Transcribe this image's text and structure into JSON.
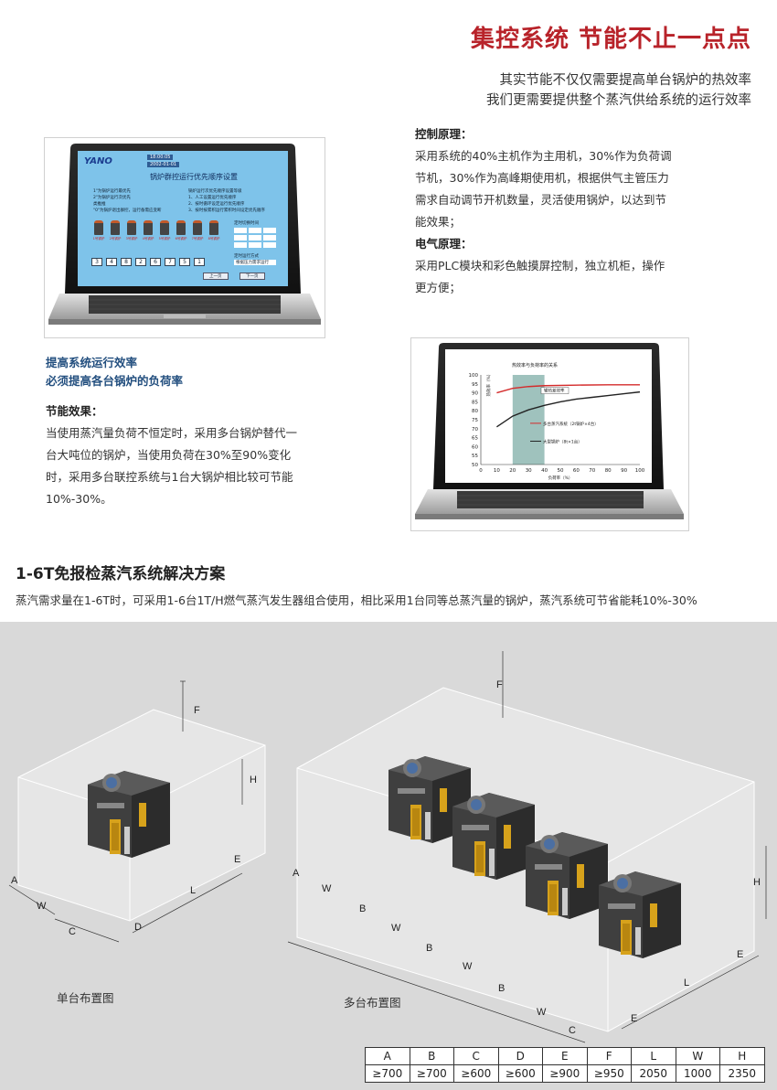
{
  "header": {
    "title": "集控系统 节能不止一点点",
    "subtitle_1": "其实节能不仅仅需要提高单台锅炉的热效率",
    "subtitle_2": "我们更需要提供整个蒸汽供给系统的运行效率"
  },
  "control": {
    "principle_title": "控制原理：",
    "principle_lines": [
      "采用系统的40%主机作为主用机，30%作为负荷调",
      "节机，30%作为高峰期使用机，根据供气主管压力",
      "需求自动调节开机数量，灵活使用锅炉，以达到节",
      "能效果；"
    ],
    "electrical_title": "电气原理：",
    "electrical_lines": [
      "采用PLC模块和彩色触摸屏控制，独立机柜，操作",
      "更方便；"
    ]
  },
  "screen1": {
    "brand": "YANO",
    "date": "2002-01-01",
    "time": "18:00:05",
    "title": "锅炉群控运行优先顺序设置",
    "notes_left": [
      "1\"为锅炉运行最优先",
      "2\"为锅炉运行次优先",
      "类推推",
      "\"0\"为锅炉退出群控，运行备需应变断"
    ],
    "notes_right": [
      "锅炉运行次优先顺序设置等级",
      "1、人工设置运行优先顺序",
      "2、按时循环设定运行优先顺序",
      "3、按时按累积运行累积时间设定优先顺序"
    ],
    "sequence": [
      "3",
      "4",
      "8",
      "2",
      "6",
      "7",
      "5",
      "1"
    ],
    "boiler_labels": [
      "1号锅炉",
      "2号锅炉",
      "3号锅炉",
      "4号锅炉",
      "5号锅炉",
      "6号锅炉",
      "7号锅炉",
      "8号锅炉"
    ],
    "panel_title": "定时切换时间",
    "mode_title": "定时运行方式",
    "mode_value": "根据压力需求运行",
    "btn_prev": "上一页",
    "btn_next": "下一页"
  },
  "blue_lines": [
    "提高系统运行效率",
    "必须提高各台锅炉的负荷率"
  ],
  "saving": {
    "title": "节能效果：",
    "lines": [
      "当使用蒸汽量负荷不恒定时，采用多台锅炉替代一",
      "台大吨位的锅炉，当使用负荷在30%至90%变化",
      "时，采用多台联控系统与1台大锅炉相比较可节能",
      "10%-30%。"
    ]
  },
  "chart_data": {
    "type": "line",
    "title": "热效率与负荷率的关系",
    "xlabel": "负荷率（%）",
    "ylabel": "热效率（%）",
    "x": [
      0,
      10,
      20,
      30,
      40,
      50,
      60,
      70,
      80,
      90,
      100
    ],
    "xlim": [
      0,
      100
    ],
    "ylim": [
      50,
      100
    ],
    "yticks": [
      "100",
      "95",
      "90",
      "85",
      "80",
      "75",
      "70",
      "65",
      "60",
      "55",
      "50"
    ],
    "xticks": [
      "0",
      "10",
      "20",
      "30",
      "40",
      "50",
      "60",
      "70",
      "80",
      "90",
      "100"
    ],
    "highlight_range": [
      20,
      40
    ],
    "series": [
      {
        "name": "多台蒸汽系统（2t锅炉×4台）",
        "color": "#d42b2b",
        "x": [
          10,
          20,
          30,
          40,
          60,
          80,
          100
        ],
        "y": [
          90,
          92.5,
          93.5,
          94,
          94.3,
          94.5,
          94.5
        ]
      },
      {
        "name": "大型锅炉（8t×1台）",
        "color": "#222222",
        "x": [
          10,
          20,
          30,
          40,
          50,
          60,
          70,
          80,
          90,
          100
        ],
        "y": [
          71,
          77,
          80.5,
          83,
          85,
          86.5,
          87.5,
          88.5,
          89.5,
          90.5
        ]
      }
    ],
    "annotation": "输热差效率"
  },
  "section": {
    "title": "1-6T免报检蒸汽系统解决方案",
    "desc": "蒸汽需求量在1-6T时，可采用1-6台1T/H燃气蒸汽发生器组合使用，相比采用1台同等总蒸汽量的锅炉，蒸汽系统可节省能耗10%-30%"
  },
  "diagrams": {
    "single_caption": "单台布置图",
    "multi_caption": "多台布置图",
    "letters": {
      "a": "A",
      "w": "W",
      "c": "C",
      "d": "D",
      "l": "L",
      "e": "E",
      "f": "F",
      "h": "H",
      "b": "B"
    }
  },
  "dims_table": {
    "headers": [
      "A",
      "B",
      "C",
      "D",
      "E",
      "F",
      "L",
      "W",
      "H"
    ],
    "values": [
      "≥700",
      "≥700",
      "≥600",
      "≥600",
      "≥900",
      "≥950",
      "2050",
      "1000",
      "2350"
    ]
  },
  "colors": {
    "title_red": "#b8232a",
    "link_blue": "#234f7f",
    "screen_bg": "#7ec3ea",
    "boiler_body": "#3f3f3f",
    "door_yellow": "#d7a21b",
    "panel_gray": "#d9d9d9"
  }
}
